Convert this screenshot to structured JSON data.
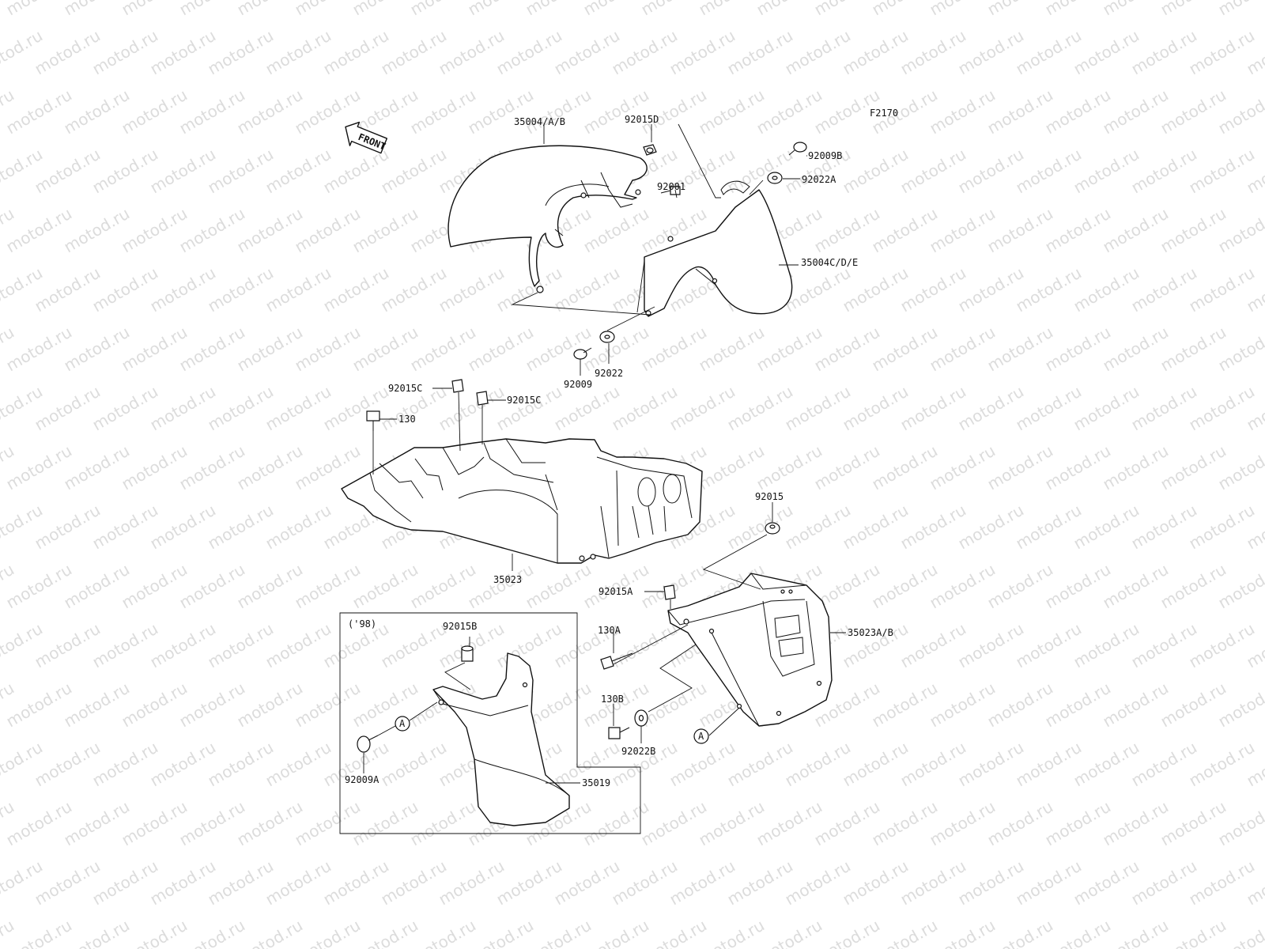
{
  "diagram_code": "F2170",
  "watermark": "motod.ru",
  "front_arrow": "FRONT",
  "inset_label": "('98)",
  "reference_mark": "A",
  "parts": {
    "front_fender_a": "35004/A/B",
    "front_fender_b": "35004C/D/E",
    "nut_92015d": "92015D",
    "bolt_92009b": "92009B",
    "washer_92022a": "92022A",
    "bolt_92001": "92001",
    "washer_92022": "92022",
    "bolt_92009": "92009",
    "nut_92015c_left": "92015C",
    "nut_92015c_right": "92015C",
    "bolt_130": "130",
    "rear_fender": "35023",
    "nut_92015": "92015",
    "nut_92015a": "92015A",
    "bolt_130a": "130A",
    "rear_fender_ab": "35023A/B",
    "nut_92015b": "92015B",
    "bolt_130b": "130B",
    "washer_92022b": "92022B",
    "bolt_92009a": "92009A",
    "flap_35019": "35019"
  }
}
